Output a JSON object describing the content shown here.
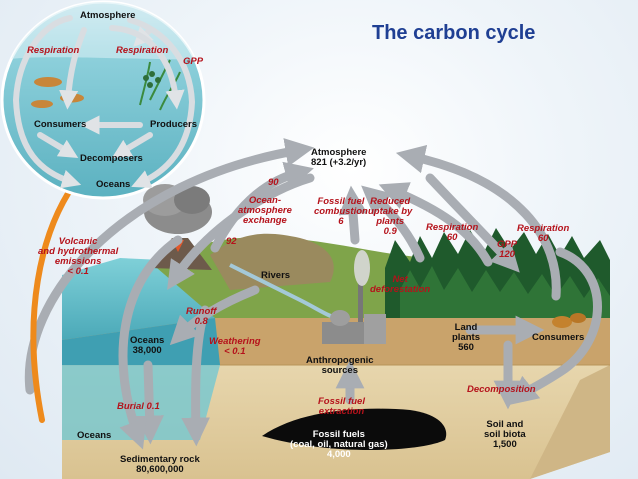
{
  "title": "The carbon cycle",
  "inset": {
    "atmosphere": "Atmosphere",
    "respiration_left": "Respiration",
    "respiration_mid": "Respiration",
    "gpp": "GPP",
    "consumers": "Consumers",
    "producers": "Producers",
    "decomposers": "Decomposers",
    "oceans": "Oceans"
  },
  "labels": {
    "atmosphere": "Atmosphere",
    "atmosphere_value": "821 (+3.2/yr)",
    "ocean_in": "90",
    "ocean_exchange": [
      "Ocean-",
      "atmosphere",
      "exchange"
    ],
    "ocean_out": "92",
    "fossil_combustion": [
      "Fossil fuel",
      "combustion",
      "6"
    ],
    "reduced_uptake": [
      "Reduced",
      "uptake by",
      "plants",
      "0.9"
    ],
    "respiration_plants": [
      "Respiration",
      "60"
    ],
    "gpp": [
      "GPP",
      "120"
    ],
    "respiration_consumers": [
      "Respiration",
      "60"
    ],
    "volcanic": [
      "Volcanic",
      "and hydrothermal",
      "emissions",
      "< 0.1"
    ],
    "rivers": "Rivers",
    "net_deforestation": [
      "Net",
      "deforestation"
    ],
    "runoff": [
      "Runoff",
      "0.8"
    ],
    "weathering": [
      "Weathering",
      "< 0.1"
    ],
    "oceans": [
      "Oceans",
      "38,000"
    ],
    "land_plants": [
      "Land",
      "plants",
      "560"
    ],
    "consumers": "Consumers",
    "anthropogenic": [
      "Anthropogenic",
      "sources"
    ],
    "decomposition": "Decomposition",
    "fossil_extraction": [
      "Fossil fuel",
      "extraction"
    ],
    "burial": "Burial 0.1",
    "oceans_side": "Oceans",
    "soil": [
      "Soil and",
      "soil biota",
      "1,500"
    ],
    "fossil_fuels": [
      "Fossil fuels",
      "(coal, oil, natural gas)",
      "4,000"
    ],
    "sedimentary": [
      "Sedimentary rock",
      "80,600,000"
    ]
  }
}
